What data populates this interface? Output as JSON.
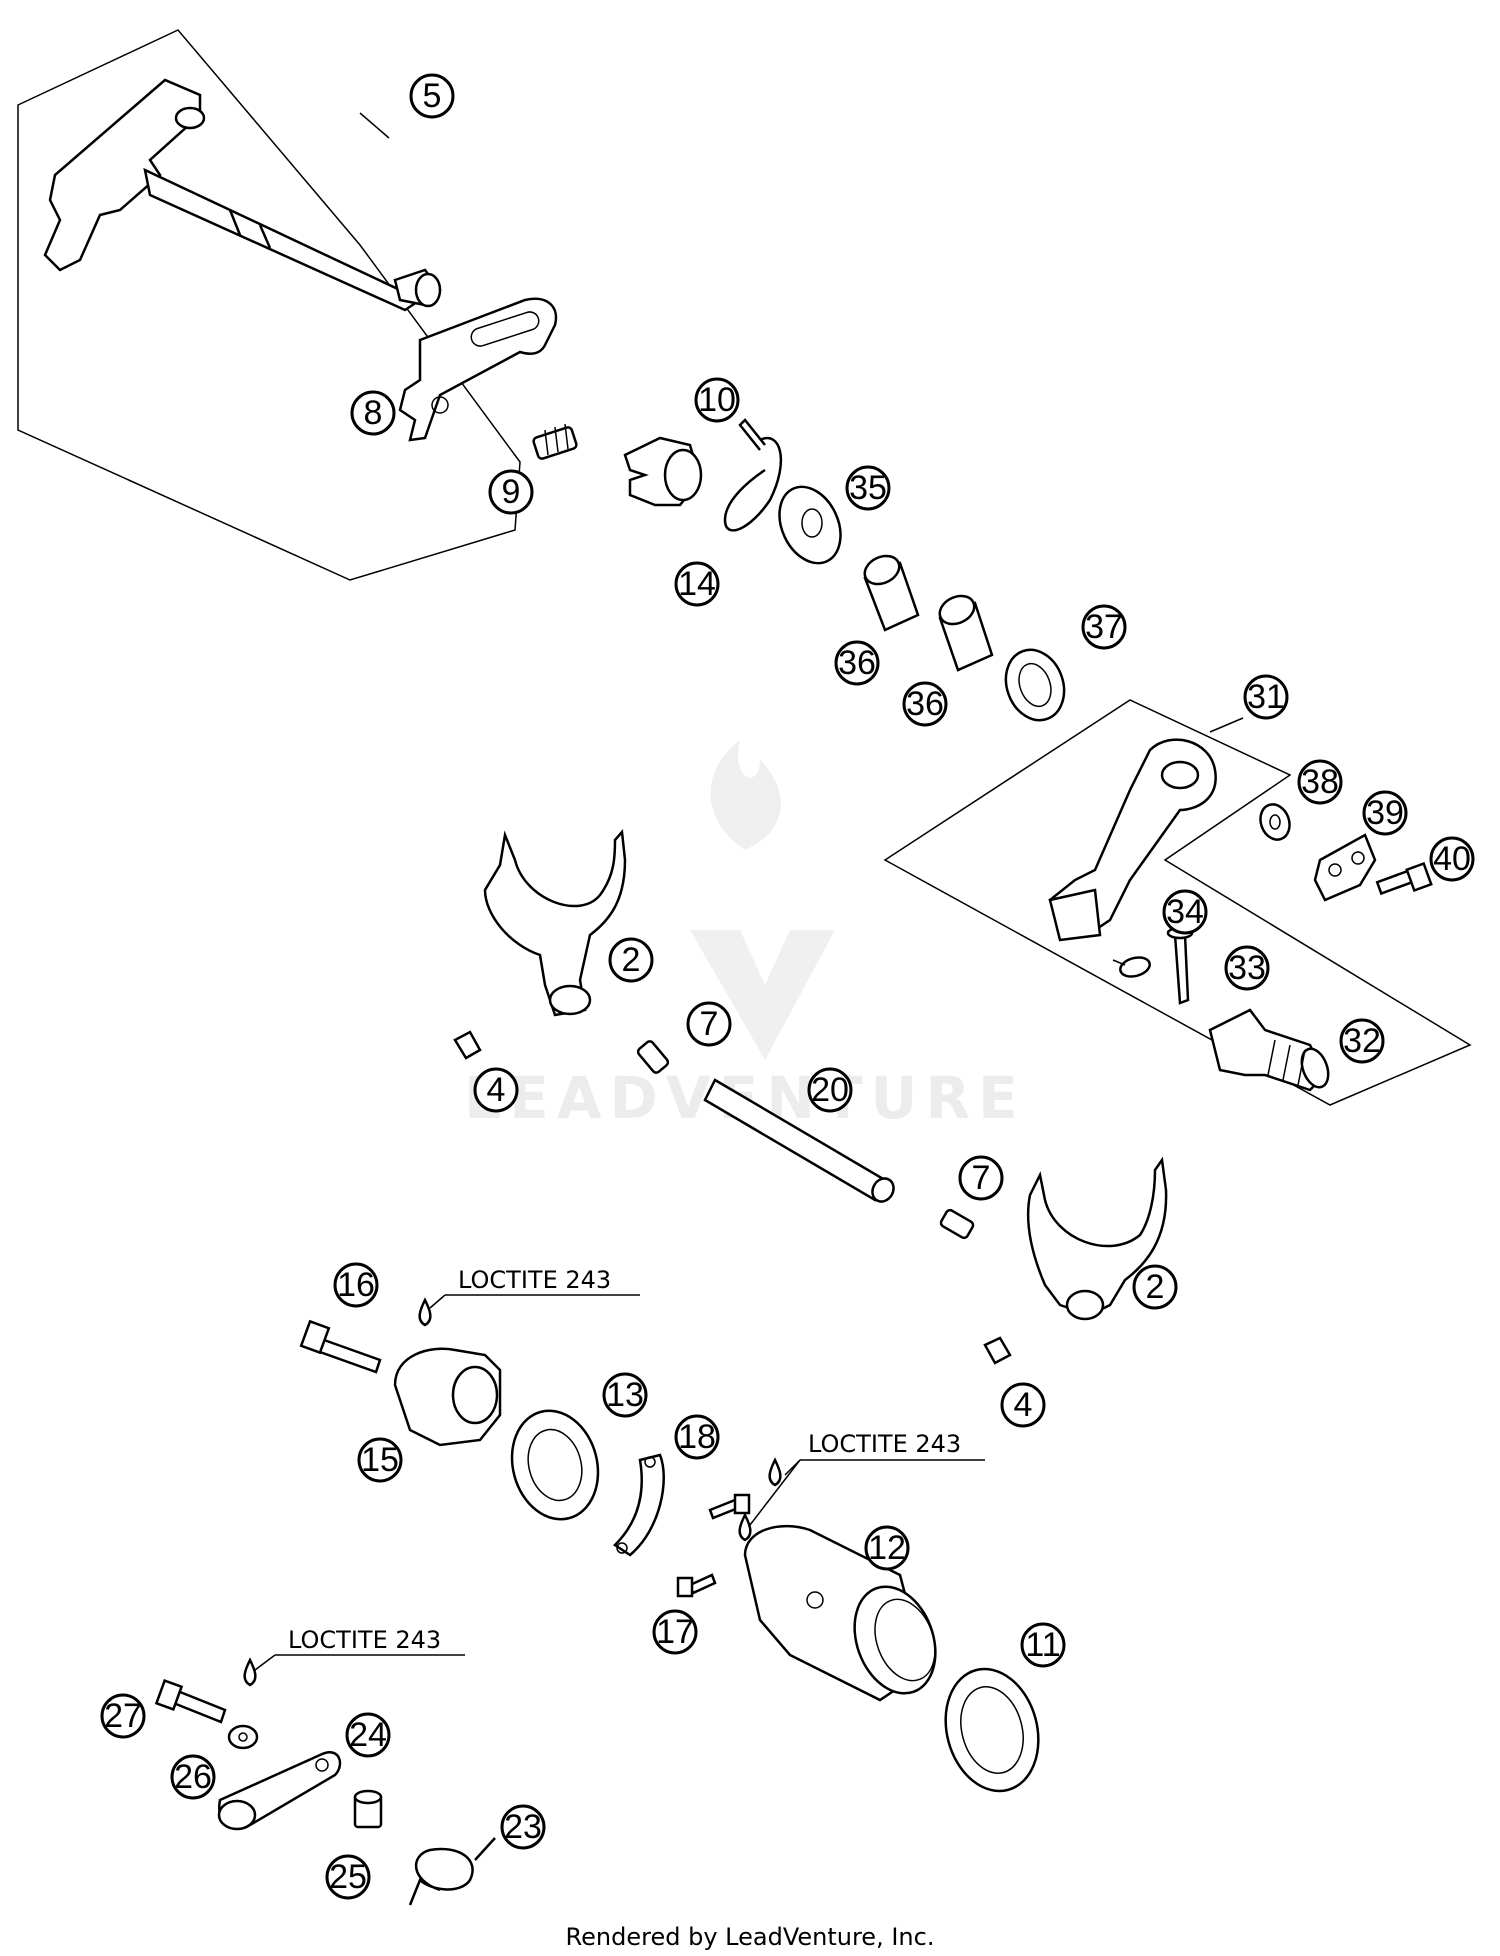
{
  "diagram": {
    "callouts": [
      "5",
      "8",
      "9",
      "10",
      "14",
      "35",
      "36",
      "36",
      "37",
      "31",
      "38",
      "39",
      "40",
      "34",
      "33",
      "32",
      "2",
      "7",
      "4",
      "20",
      "7",
      "2",
      "4",
      "16",
      "15",
      "13",
      "18",
      "12",
      "17",
      "11",
      "27",
      "24",
      "26",
      "25",
      "23"
    ],
    "notes": [
      "LOCTITE 243",
      "LOCTITE 243",
      "LOCTITE 243"
    ],
    "watermark": "LEADVENTURE",
    "footer": "Rendered by LeadVenture, Inc."
  }
}
